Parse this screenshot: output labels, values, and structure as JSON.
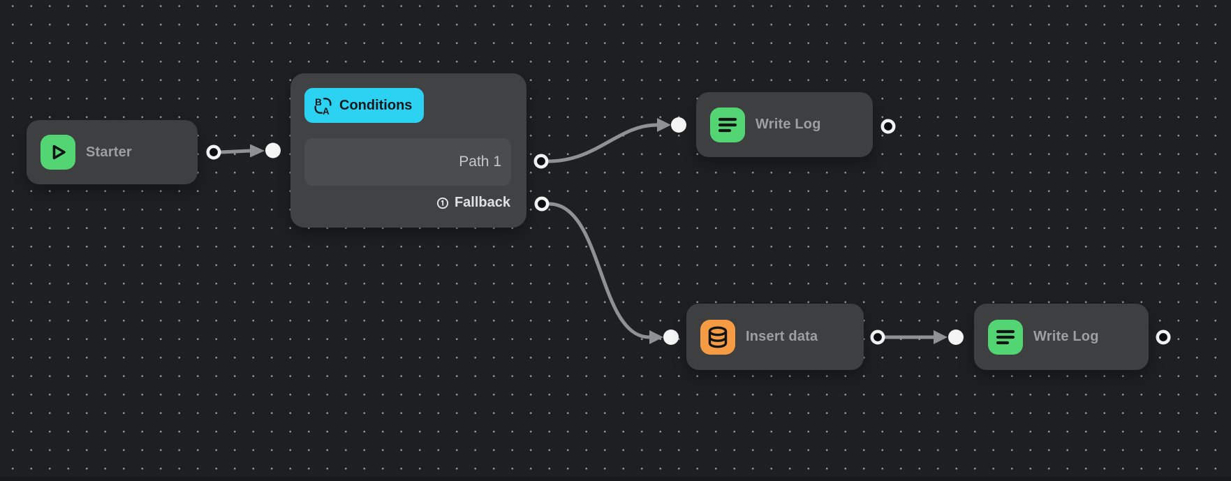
{
  "canvas": {
    "background_color": "#1e1f21",
    "grid_dot_color": "#97999b",
    "edge_color": "#909194",
    "port_ring_color": "#f4f4f4",
    "port_core_color": "#0d0e10",
    "connection_dot_color": "#f5f5f5"
  },
  "nodes": {
    "starter": {
      "label": "Starter",
      "icon": "play-icon",
      "icon_color": "#52d572"
    },
    "conditions": {
      "badge_label": "Conditions",
      "badge_color": "#2bd2f2",
      "icon": "ab-split-icon",
      "path1_label": "Path 1",
      "fallback_label": "Fallback",
      "fallback_icon": "circled-one-icon"
    },
    "write_log_top": {
      "label": "Write Log",
      "icon": "log-lines-icon",
      "icon_color": "#52d572"
    },
    "insert_data": {
      "label": "Insert data",
      "icon": "database-icon",
      "icon_color": "#f49b43"
    },
    "write_log_bottom": {
      "label": "Write Log",
      "icon": "log-lines-icon",
      "icon_color": "#52d572"
    }
  }
}
